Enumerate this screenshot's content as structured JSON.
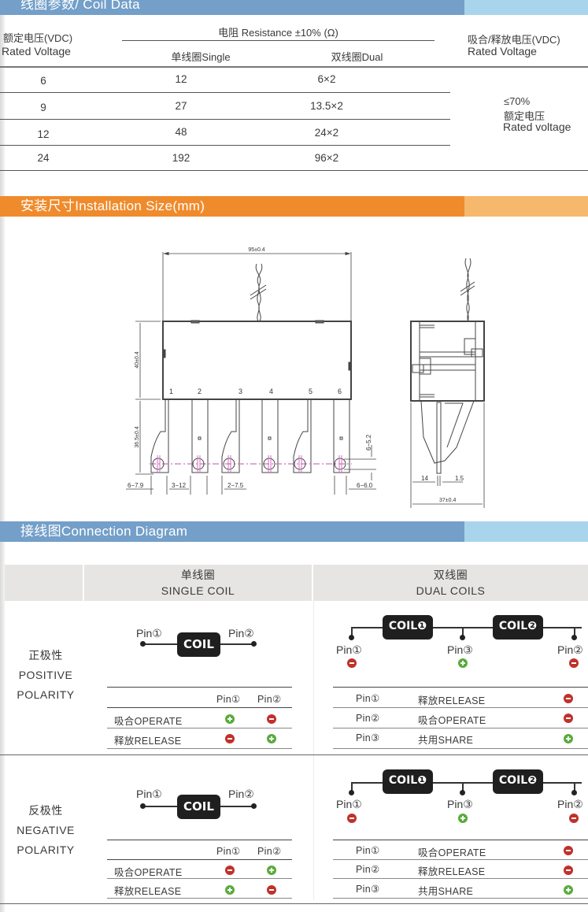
{
  "sections": {
    "coil_data": "线圈参数/ Coil  Data",
    "installation": "安装尺寸Installation Size(mm)",
    "connection": "接线图Connection Diagram"
  },
  "colors": {
    "blue_dark": "#739fc9",
    "blue_light": "#a8d5ec",
    "orange_dark": "#ef8b2c",
    "orange_light": "#f6b86c",
    "plus": "#5aab3c",
    "minus": "#c0312b"
  },
  "coil_table": {
    "col_voltage_cn": "额定电压(VDC)",
    "col_voltage_en": "Rated Voltage",
    "col_resistance": "电阻 Resistance ±10% (Ω)",
    "col_single": "单线圈Single",
    "col_dual": "双线圈Dual",
    "col_pickup_cn": "吸合/释放电压(VDC)",
    "col_pickup_en": "Rated Voltage",
    "rows": [
      {
        "voltage": "6",
        "single": "12",
        "dual": "6×2"
      },
      {
        "voltage": "9",
        "single": "27",
        "dual": "13.5×2"
      },
      {
        "voltage": "12",
        "single": "48",
        "dual": "24×2"
      },
      {
        "voltage": "24",
        "single": "192",
        "dual": "96×2"
      }
    ],
    "pickup_value": "≤70%",
    "pickup_cn": "额定电压",
    "pickup_en": "Rated voltage"
  },
  "drawing": {
    "width_dim": "95±0.4",
    "height_dim": "40±0.4",
    "pin_length_dim": "36.5±0.4",
    "pin_numbers": [
      "1",
      "2",
      "3",
      "4",
      "5",
      "6"
    ],
    "dim_a": "6−7.9",
    "dim_b": "3−12",
    "dim_c": "2−7.5",
    "dim_d": "6−5.2",
    "dim_e": "6−6.0",
    "side_dim_a": "14",
    "side_dim_b": "1.5",
    "side_width": "37±0.4"
  },
  "connection": {
    "single_head_cn": "单线圈",
    "single_head_en": "SINGLE COIL",
    "dual_head_cn": "双线圈",
    "dual_head_en": "DUAL COILS",
    "coil_label": "COIL",
    "coil1_label": "COIL❶",
    "coil2_label": "COIL❷",
    "pin1": "Pin①",
    "pin2": "Pin②",
    "pin3": "Pin③",
    "positive": {
      "cn": "正极性",
      "en1": "POSITIVE",
      "en2": "POLARITY",
      "single_rows": [
        {
          "label": "吸合OPERATE",
          "pin1": "plus",
          "pin2": "minus"
        },
        {
          "label": "释放RELEASE",
          "pin1": "minus",
          "pin2": "plus"
        }
      ],
      "dual_signs": {
        "pin1": "minus",
        "pin3": "plus",
        "pin2": "minus"
      },
      "dual_rows": [
        {
          "pin": "Pin①",
          "label": "释放RELEASE",
          "sign": "minus"
        },
        {
          "pin": "Pin②",
          "label": "吸合OPERATE",
          "sign": "minus"
        },
        {
          "pin": "Pin③",
          "label": "共用SHARE",
          "sign": "plus"
        }
      ]
    },
    "negative": {
      "cn": "反极性",
      "en1": "NEGATIVE",
      "en2": "POLARITY",
      "single_rows": [
        {
          "label": "吸合OPERATE",
          "pin1": "minus",
          "pin2": "plus"
        },
        {
          "label": "释放RELEASE",
          "pin1": "plus",
          "pin2": "minus"
        }
      ],
      "dual_signs": {
        "pin1": "minus",
        "pin3": "plus",
        "pin2": "minus"
      },
      "dual_rows": [
        {
          "pin": "Pin①",
          "label": "吸合OPERATE",
          "sign": "minus"
        },
        {
          "pin": "Pin②",
          "label": "释放RELEASE",
          "sign": "minus"
        },
        {
          "pin": "Pin③",
          "label": "共用SHARE",
          "sign": "plus"
        }
      ]
    }
  }
}
